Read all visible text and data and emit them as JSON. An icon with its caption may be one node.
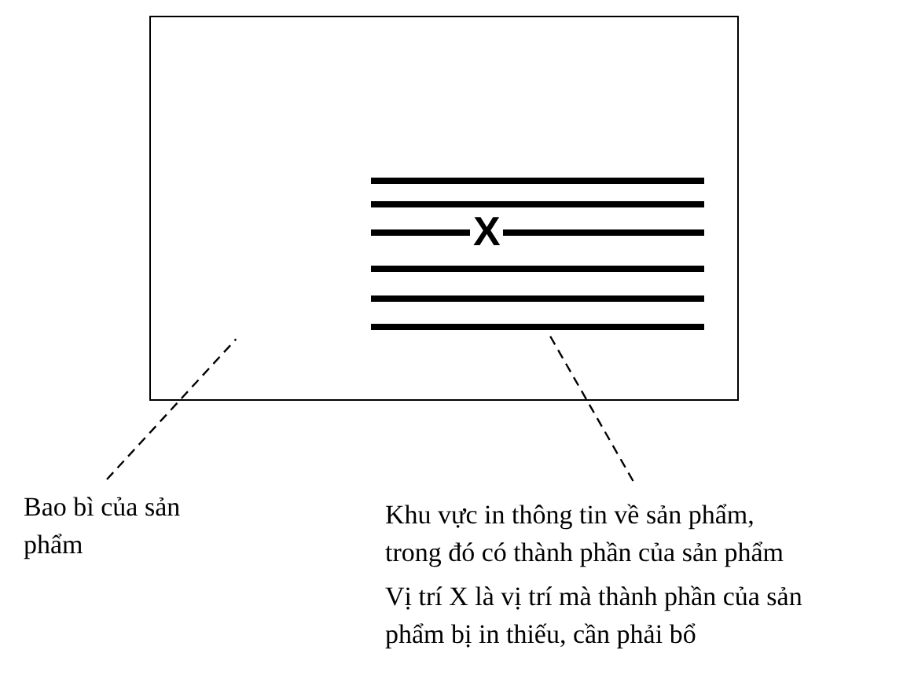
{
  "diagram": {
    "nodes": [
      {
        "text": [],
        "shape": "box"
      },
      {
        "text": [
          "X"
        ],
        "in": 0
      },
      {
        "text": [
          "Bao bì của sản phẩm"
        ]
      },
      {
        "text": [
          "Khu vực in thông tin về sản phẩm, trong đó có thành phần của sản phẩm"
        ]
      }
    ],
    "edges": [
      {
        "from": 2,
        "to": 0,
        "arrow": "none",
        "style": "dashed"
      },
      {
        "from": 3,
        "to": 1,
        "arrow": "none",
        "style": "dashed"
      }
    ],
    "labels": [
      "Vị trí X là vị trí mà thành phần của sản phẩm bị in thiếu, cần phải bổ"
    ]
  }
}
